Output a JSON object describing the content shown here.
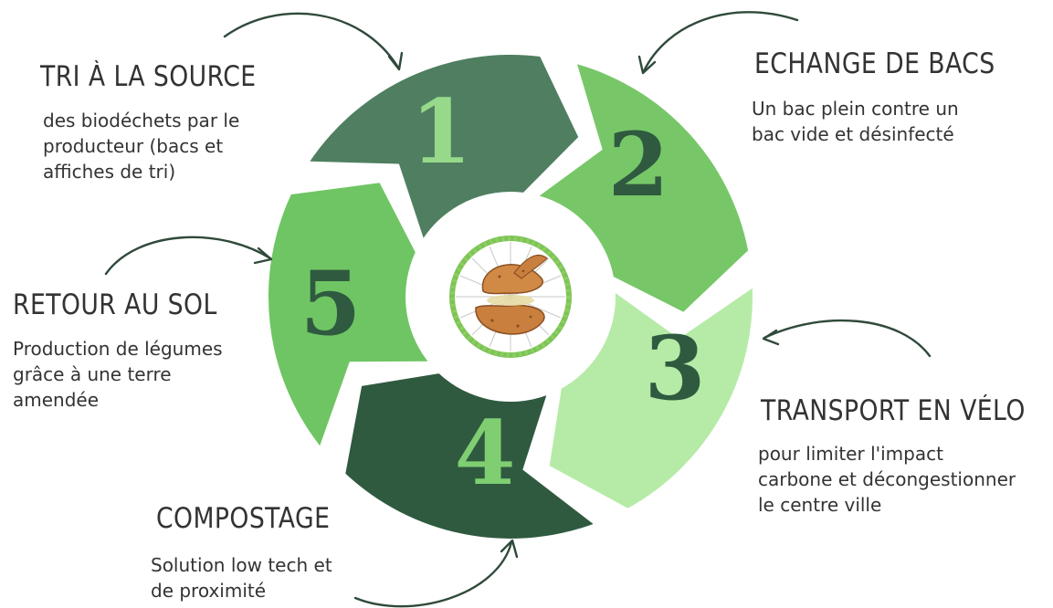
{
  "steps": [
    {
      "number": "1",
      "title": "TRI À LA SOURCE",
      "description": "des biodéchets par le\nproducteur (bacs et\naffiches de tri)",
      "fill": "#4f7f60",
      "number_color": "#97d98a"
    },
    {
      "number": "2",
      "title": "ECHANGE DE BACS",
      "description": "Un bac plein contre un\nbac vide et désinfecté",
      "fill": "#77c768",
      "number_color": "#2f5a40"
    },
    {
      "number": "3",
      "title": "TRANSPORT EN VÉLO",
      "description": "pour limiter l'impact\ncarbone et décongestionner\nle centre ville",
      "fill": "#b5eba6",
      "number_color": "#2f5a40"
    },
    {
      "number": "4",
      "title": "COMPOSTAGE",
      "description": "Solution low tech et\nde proximité",
      "fill": "#2f5a40",
      "number_color": "#7fcf72"
    },
    {
      "number": "5",
      "title": "RETOUR AU SOL",
      "description": "Production de légumes\ngrâce à une terre\namendée",
      "fill": "#6fc563",
      "number_color": "#2f5a40"
    }
  ],
  "center_icon": "potato-bicycle-wheel-logo",
  "colors": {
    "arrow": "#2f4a3a",
    "hub": "#ffffff",
    "ring_background": "#ffffff"
  }
}
